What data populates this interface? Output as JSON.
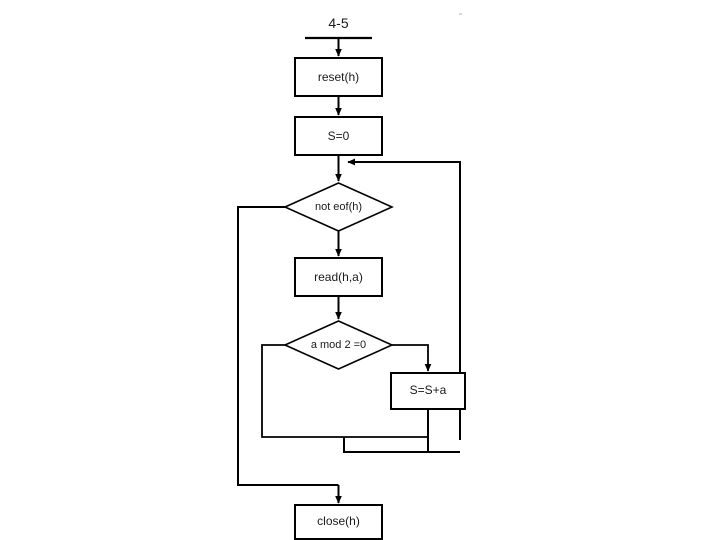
{
  "diagram": {
    "title": "4-5",
    "type": "flowchart",
    "start_label": "4-5",
    "nodes": [
      {
        "id": "start",
        "kind": "terminator",
        "label": "4-5"
      },
      {
        "id": "reset",
        "kind": "process",
        "label": "reset(h)"
      },
      {
        "id": "init",
        "kind": "process",
        "label": "S=0"
      },
      {
        "id": "noteof",
        "kind": "decision",
        "label": "not eof(h)"
      },
      {
        "id": "read",
        "kind": "process",
        "label": "read(h,a)"
      },
      {
        "id": "amod2",
        "kind": "decision",
        "label": "a mod 2 =0"
      },
      {
        "id": "accum",
        "kind": "process",
        "label": "S=S+a"
      },
      {
        "id": "close",
        "kind": "process",
        "label": "close(h)"
      }
    ],
    "edges": [
      {
        "from": "start",
        "to": "reset",
        "label": ""
      },
      {
        "from": "reset",
        "to": "init",
        "label": ""
      },
      {
        "from": "init",
        "to": "noteof",
        "label": ""
      },
      {
        "from": "noteof",
        "to": "read",
        "label": ""
      },
      {
        "from": "noteof",
        "to": "close",
        "label": ""
      },
      {
        "from": "read",
        "to": "amod2",
        "label": ""
      },
      {
        "from": "amod2",
        "to": "accum",
        "label": ""
      },
      {
        "from": "amod2",
        "to": "noteof",
        "label": ""
      },
      {
        "from": "accum",
        "to": "noteof",
        "label": ""
      }
    ],
    "colors": {
      "stroke": "#000000",
      "fill": "#ffffff",
      "text": "#1a1a1a",
      "background": "#ffffff"
    }
  }
}
